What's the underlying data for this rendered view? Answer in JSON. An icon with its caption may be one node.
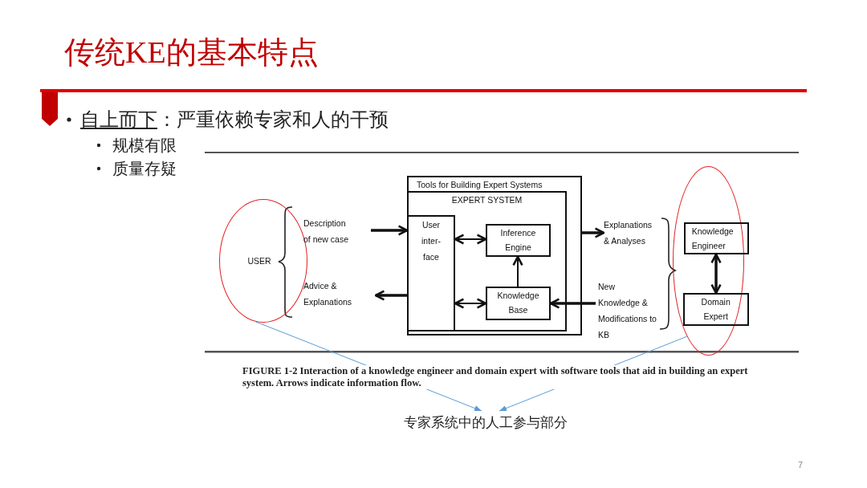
{
  "diagram": {
    "title": "传统KE的基本特点",
    "nodes": [
      {
        "text": [
          "Tools for Building Expert Systems"
        ]
      },
      {
        "text": [
          "EXPERT SYSTEM"
        ],
        "in": 0
      },
      {
        "text": [
          "User inter- face"
        ],
        "in": 1
      },
      {
        "text": [
          "Inference Engine"
        ],
        "in": 1
      },
      {
        "text": [
          "Knowledge Base"
        ],
        "in": 1
      },
      {
        "text": [
          "USER"
        ]
      },
      {
        "text": [
          "Description of new case"
        ]
      },
      {
        "text": [
          "Advice & Explanations"
        ]
      },
      {
        "text": [
          "Explanations & Analyses"
        ]
      },
      {
        "text": [
          "New Knowledge & Modifications to KB"
        ]
      },
      {
        "text": [],
        "shape": "ellipse"
      },
      {
        "text": [
          "Knowledge Engineer"
        ],
        "in": 10
      },
      {
        "text": [
          "Domain Expert"
        ],
        "in": 10
      },
      {
        "text": [
          "专家系统中的人工参与部分"
        ]
      }
    ],
    "edges": [
      {
        "from": 6,
        "to": 2,
        "arrow": "to"
      },
      {
        "from": 2,
        "to": 7,
        "arrow": "to"
      },
      {
        "from": 2,
        "to": 3,
        "arrow": "both"
      },
      {
        "from": 2,
        "to": 4,
        "arrow": "both"
      },
      {
        "from": 4,
        "to": 3,
        "arrow": "to"
      },
      {
        "from": 0,
        "to": 8,
        "arrow": "to"
      },
      {
        "from": 9,
        "to": 4,
        "arrow": "to"
      },
      {
        "from": 11,
        "to": 12,
        "arrow": "both"
      },
      {
        "from": 5,
        "to": 13,
        "arrow": "to",
        "color": "#5b9bd5"
      },
      {
        "from": 10,
        "to": 13,
        "arrow": "to",
        "color": "#5b9bd5"
      }
    ],
    "labels": [
      "自上而下",
      "：严重依赖专家和人的干预",
      "规模有限",
      "质量存疑",
      "FIGURE 1-2 Interaction of a knowledge engineer and domain expert with software tools that aid in building an expert system. Arrows indicate information flow.",
      "7"
    ]
  }
}
